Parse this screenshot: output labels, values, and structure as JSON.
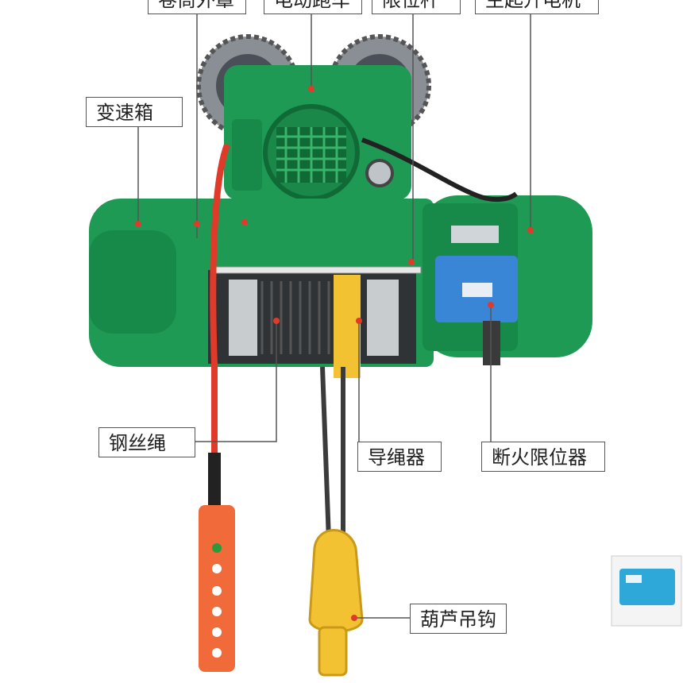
{
  "labels": {
    "juantong": "卷筒外罩",
    "diandong_paoche": "电动跑车",
    "xianwei_gan": "限位杆",
    "zhuqisheng_dianji": "主起升电机",
    "biansuxiang": "变速箱",
    "gangsisheng": "钢丝绳",
    "daoshengqi": "导绳器",
    "duanhuo_xianweiqi": "断火限位器",
    "hulu_diaogou": "葫芦吊钩"
  },
  "colors": {
    "body_green": "#1f9a55",
    "dark_green": "#157a42",
    "gear_gray": "#6b7078",
    "limit_box_blue": "#3a86d6",
    "rope_dark": "#2b2b2b",
    "red_cable": "#e03a2a",
    "pendant_orange": "#f06a3a",
    "hook_yellow": "#f2c233",
    "leader_line": "#555555"
  },
  "icons": [
    "hoist-illustration",
    "control-pendant",
    "hook-block",
    "controller-box-thumbnail"
  ]
}
